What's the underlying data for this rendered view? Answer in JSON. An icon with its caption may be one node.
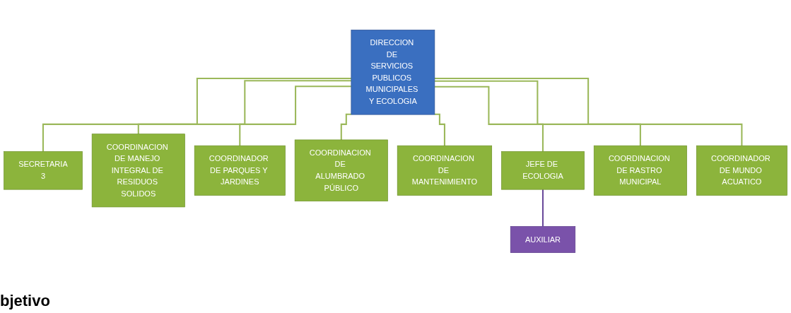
{
  "diagram": {
    "nodes": [
      {
        "text": [
          "DIRECCION DE SERVICIOS PUBLICOS MUNICIPALES Y ECOLOGIA"
        ]
      },
      {
        "text": [
          "SECRETARIA",
          "3"
        ]
      },
      {
        "text": [
          "COORDINACION DE MANEJO INTEGRAL DE RESIDUOS SOLIDOS"
        ]
      },
      {
        "text": [
          "COORDINADOR DE PARQUES Y JARDINES"
        ]
      },
      {
        "text": [
          "COORDINACION DE ALUMBRADO PÚBLICO"
        ]
      },
      {
        "text": [
          "COORDINACION DE MANTENIMIENTO"
        ]
      },
      {
        "text": [
          "JEFE DE ECOLOGIA"
        ]
      },
      {
        "text": [
          "COORDINACION DE RASTRO MUNICIPAL"
        ]
      },
      {
        "text": [
          "COORDINADOR DE MUNDO ACUATICO"
        ]
      },
      {
        "text": [
          "AUXILIAR"
        ]
      }
    ],
    "edges": [
      {
        "from": 0,
        "to": 1,
        "arrow": "none"
      },
      {
        "from": 0,
        "to": 2,
        "arrow": "none"
      },
      {
        "from": 0,
        "to": 3,
        "arrow": "none"
      },
      {
        "from": 0,
        "to": 4,
        "arrow": "none"
      },
      {
        "from": 0,
        "to": 5,
        "arrow": "none"
      },
      {
        "from": 0,
        "to": 6,
        "arrow": "none"
      },
      {
        "from": 0,
        "to": 7,
        "arrow": "none"
      },
      {
        "from": 0,
        "to": 8,
        "arrow": "none"
      },
      {
        "from": 6,
        "to": 9,
        "arrow": "none",
        "color": "#6a4a9a"
      }
    ],
    "labels": [
      "bjetivo"
    ]
  }
}
